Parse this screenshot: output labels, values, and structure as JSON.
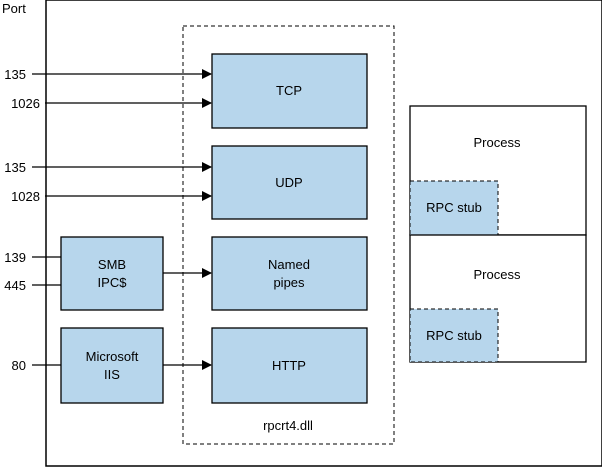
{
  "diagram": {
    "port_header": "Port",
    "ports": {
      "tcp_a": "135",
      "tcp_b": "1026",
      "udp_a": "135",
      "udp_b": "1028",
      "smb_a": "139",
      "smb_b": "445",
      "http": "80"
    },
    "sources": {
      "smb_line1": "SMB",
      "smb_line2": "IPC$",
      "iis_line1": "Microsoft",
      "iis_line2": "IIS"
    },
    "transports": {
      "tcp": "TCP",
      "udp": "UDP",
      "named_pipes_line1": "Named",
      "named_pipes_line2": "pipes",
      "http": "HTTP"
    },
    "runtime_label": "rpcrt4.dll",
    "processes": [
      {
        "title": "Process",
        "stub": "RPC stub"
      },
      {
        "title": "Process",
        "stub": "RPC stub"
      }
    ],
    "colors": {
      "box_fill": "#b7d6ec",
      "stroke": "#000000",
      "background": "#ffffff"
    }
  }
}
